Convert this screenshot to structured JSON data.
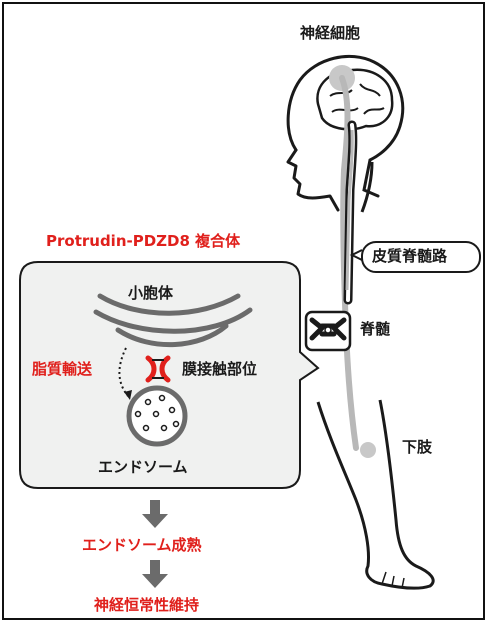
{
  "labels": {
    "neuron": "神経細胞",
    "spinal_tract": "皮質脊髄路",
    "spinal_cord": "脊髄",
    "lower_limb": "下肢",
    "complex": "Protrudin-PDZD8 複合体",
    "er": "小胞体",
    "lipid_transport": "脂質輸送",
    "contact_site": "膜接触部位",
    "endosome": "エンドソーム",
    "maturation": "エンドソーム成熟",
    "homeostasis": "神経恒常性維持"
  },
  "colors": {
    "accent_red": "#e0201c",
    "panel_bg": "#f0f1f0",
    "tract_gray": "#b8b8b8",
    "arrow_gray": "#6b6b6b"
  }
}
